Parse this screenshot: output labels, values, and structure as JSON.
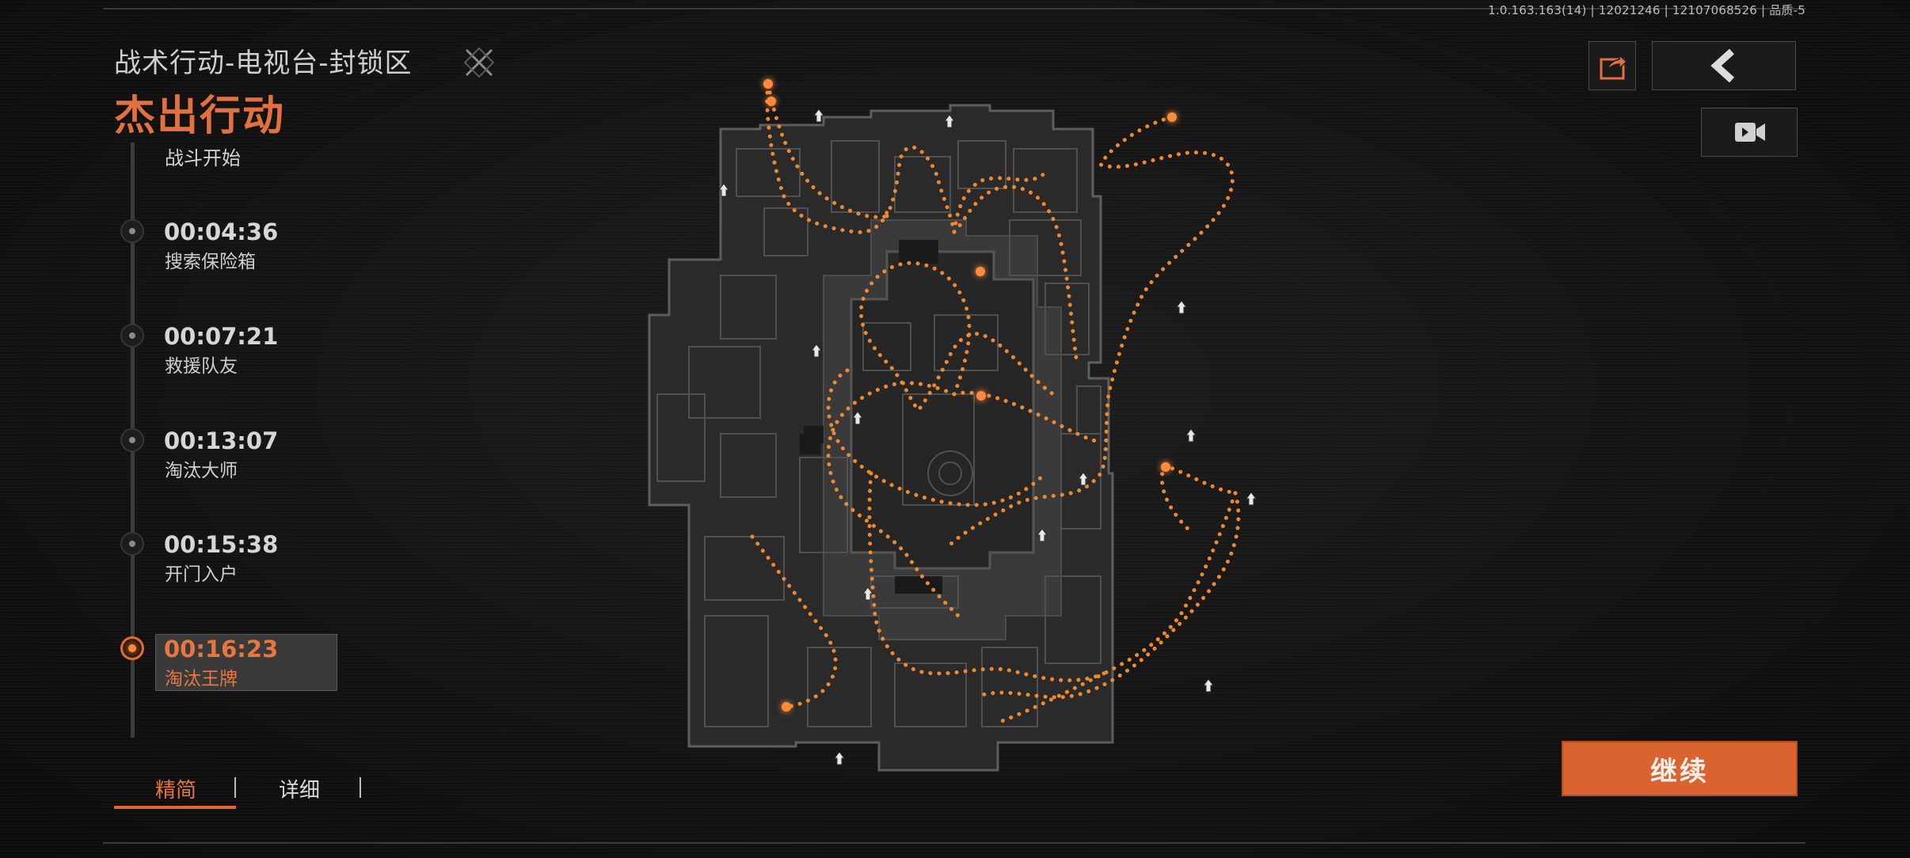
{
  "version": "1.0.163.163(14) | 12021246 | 12107068526 | 品质-5",
  "header": {
    "map_title": "战术行动-电视台-封锁区",
    "operation_name": "杰出行动"
  },
  "timeline": {
    "start_label": "战斗开始",
    "events": [
      {
        "time": "00:04:36",
        "label": "搜索保险箱"
      },
      {
        "time": "00:07:21",
        "label": "救援队友"
      },
      {
        "time": "00:13:07",
        "label": "淘汰大师"
      },
      {
        "time": "00:15:38",
        "label": "开门入户"
      },
      {
        "time": "00:16:23",
        "label": "淘汰王牌"
      }
    ],
    "active_index": 4
  },
  "tabs": {
    "simple": "精简",
    "detail": "详细",
    "active": "simple"
  },
  "buttons": {
    "continue": "继续",
    "share_icon": "share-icon",
    "back_icon": "chevron-left-icon",
    "video_icon": "video-camera-icon",
    "close_icon": "close-x-icon"
  },
  "colors": {
    "accent": "#e3703f",
    "path": "#f0882e",
    "background": "#141414",
    "button": "#d9642f"
  }
}
